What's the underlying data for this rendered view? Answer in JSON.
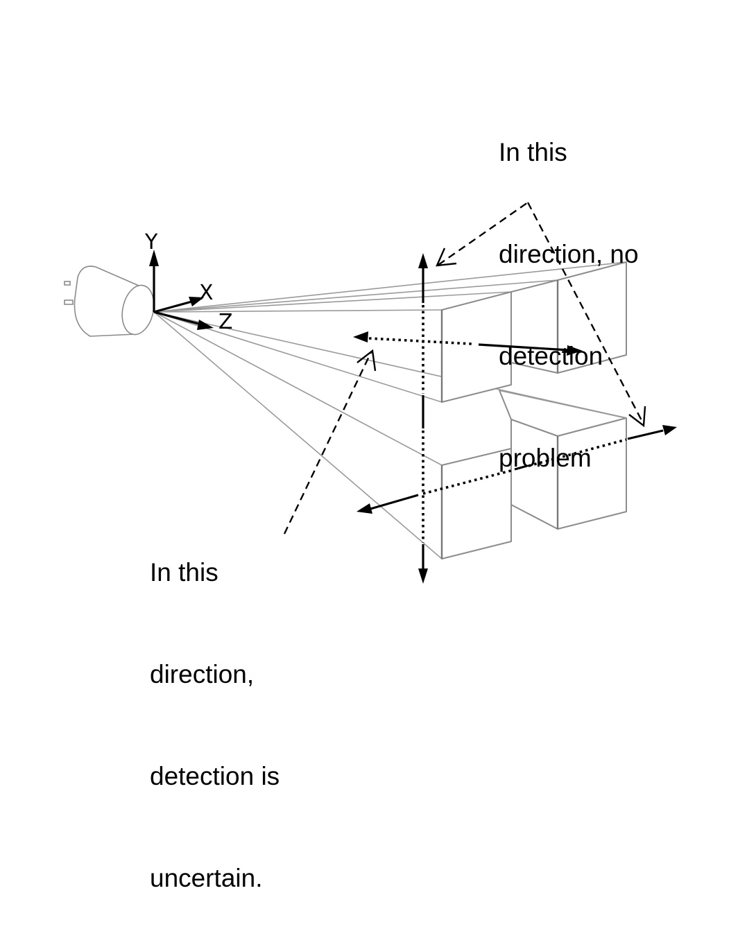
{
  "diagram": {
    "axes": {
      "x": "X",
      "y": "Y",
      "z": "Z"
    },
    "annotations": {
      "no_problem": {
        "lines": [
          "In this",
          "direction, no",
          "detection",
          "problem"
        ]
      },
      "uncertain": {
        "lines": [
          "In this",
          "direction,",
          "detection is",
          "uncertain."
        ]
      }
    },
    "elements": {
      "sensor": "camera-cylinder",
      "objects": [
        "upper-front-box",
        "upper-back-box",
        "lower-front-box",
        "lower-back-box"
      ],
      "directions": {
        "vertical": "detection-ok",
        "horizontal-lateral": "detection-ok",
        "depth": "detection-uncertain"
      }
    }
  }
}
